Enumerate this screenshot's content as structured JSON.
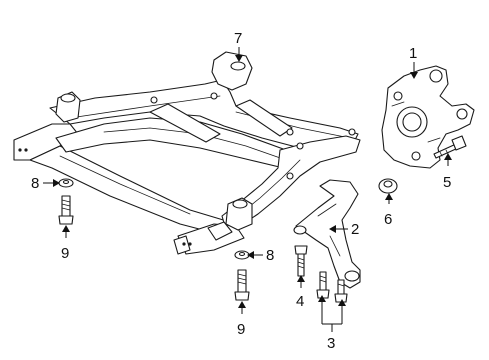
{
  "callouts": {
    "c1": "1",
    "c2": "2",
    "c3": "3",
    "c4": "4",
    "c5": "5",
    "c6": "6",
    "c7": "7",
    "c8a": "8",
    "c8b": "8",
    "c9a": "9",
    "c9b": "9"
  },
  "colors": {
    "line": "#1a1a1a",
    "background": "#ffffff"
  }
}
